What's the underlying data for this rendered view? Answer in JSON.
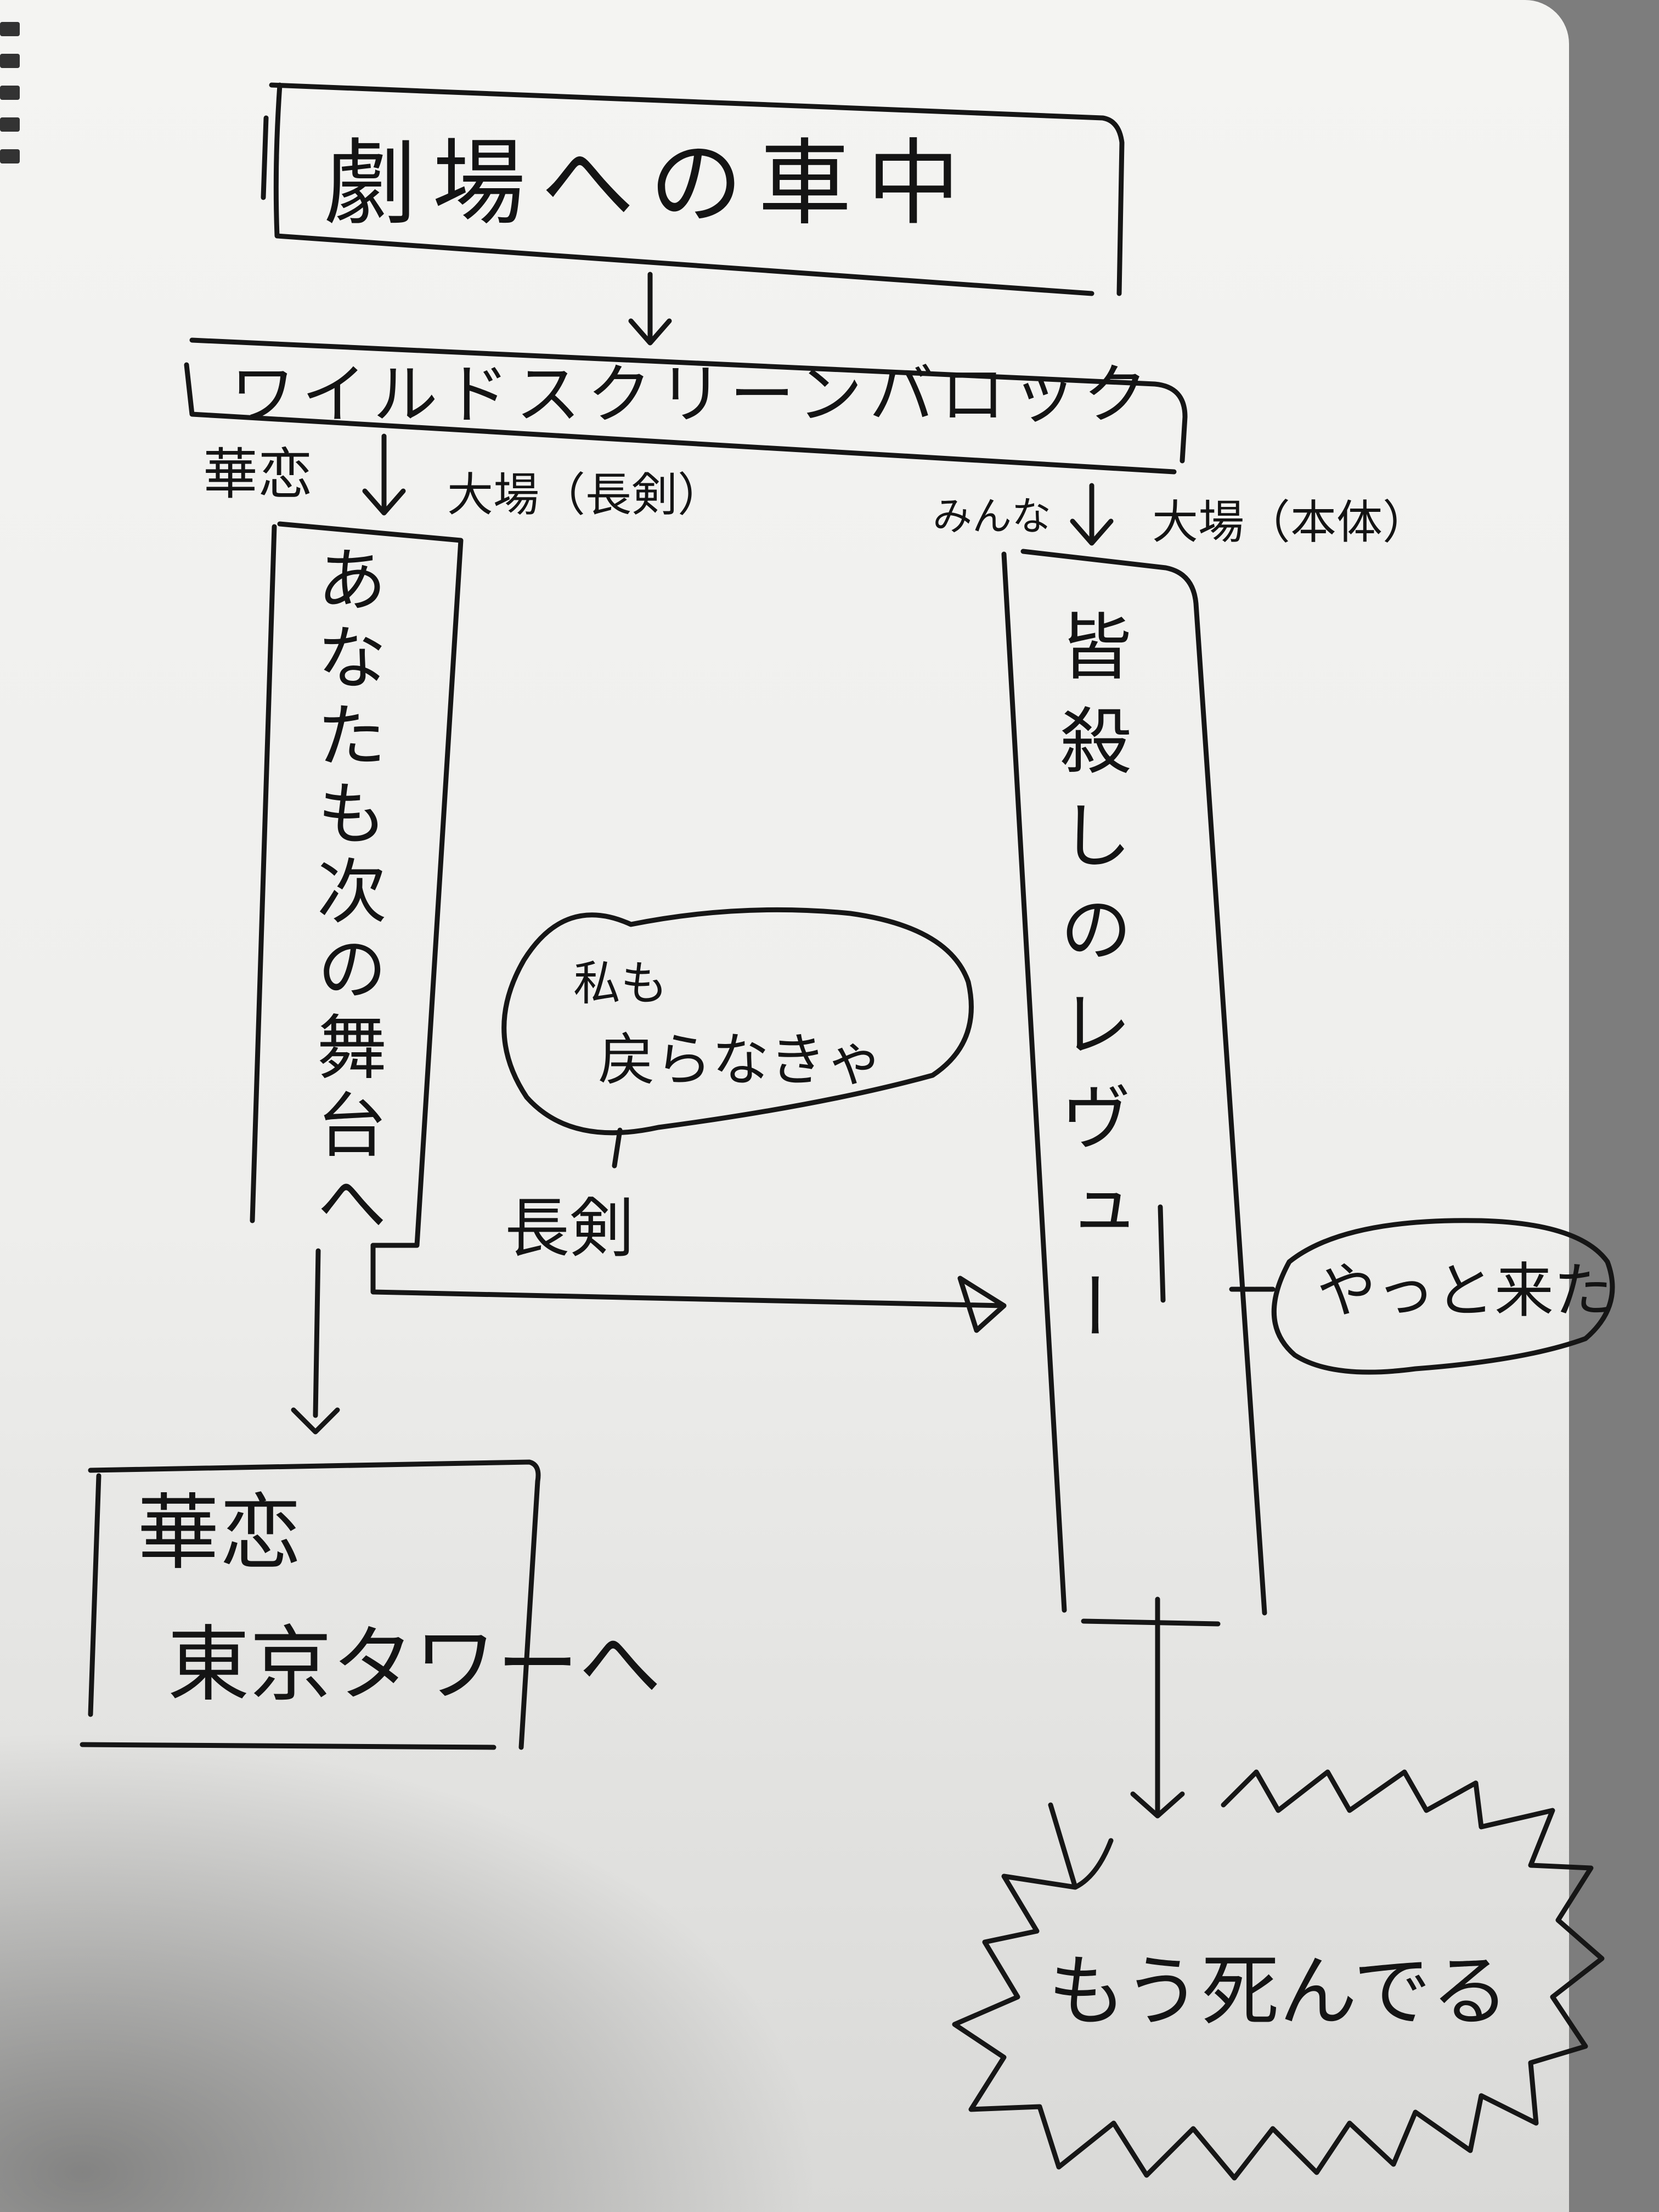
{
  "top_box": "劇場への車中",
  "block_box": "ワイルドスクリーンバロック",
  "left_branch": {
    "who": "華恋",
    "where": "大場（長剣）"
  },
  "right_branch": {
    "who": "みんな",
    "where": "大場（本体）"
  },
  "left_column": "あなたも次の舞台へ",
  "right_column": "皆殺しのレヴュー",
  "bubble_left": {
    "line1": "私も",
    "line2": "戻らなきゃ"
  },
  "arrow_label": "長剣",
  "bubble_right": "やっと来た",
  "bottom_box": {
    "line1": "華恋",
    "line2": "東京タワーへ"
  },
  "burst": "もう死んでる"
}
